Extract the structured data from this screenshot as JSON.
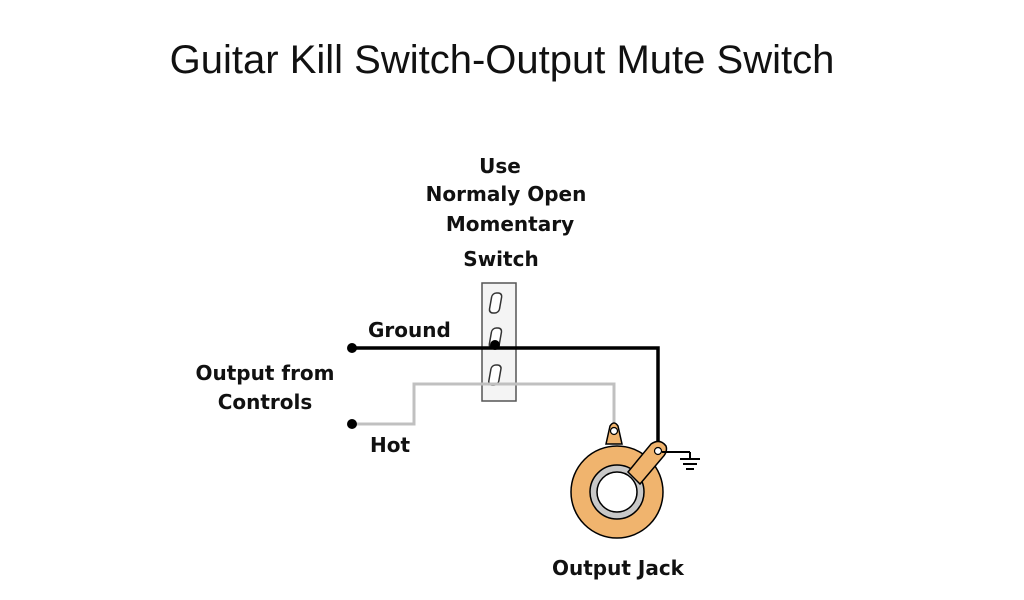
{
  "title": "Guitar Kill Switch-Output Mute Switch",
  "labels": {
    "switch_note": [
      "Use",
      "Normaly Open",
      "Momentary",
      "Switch"
    ],
    "ground": "Ground",
    "output_from": [
      "Output from",
      "Controls"
    ],
    "hot": "Hot",
    "output_jack": "Output Jack"
  },
  "colors": {
    "ground_wire": "#000000",
    "hot_wire": "#c0c0c0",
    "jack_body": "#f0b46e",
    "switch_body": "#f4f4f4",
    "line": "#000000"
  },
  "icons": [
    "ground-symbol-icon",
    "switch-icon",
    "output-jack-icon"
  ]
}
